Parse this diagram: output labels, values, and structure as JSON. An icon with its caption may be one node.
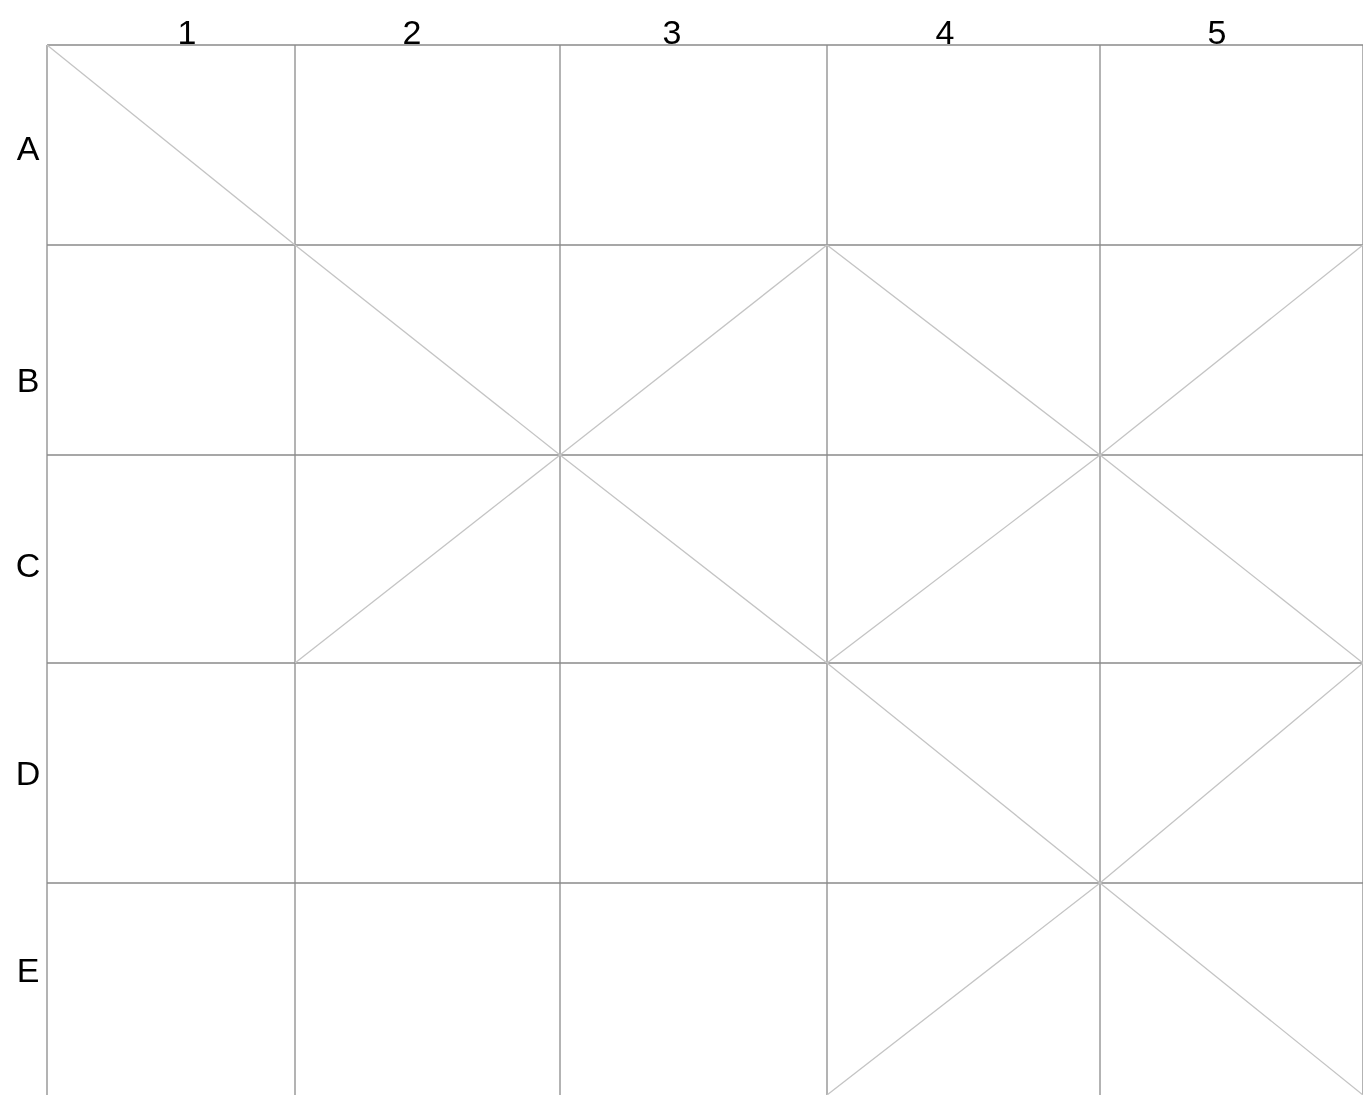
{
  "diagram": {
    "labels": [
      "1",
      "2",
      "3",
      "4",
      "5",
      "A",
      "B",
      "C",
      "D",
      "E"
    ]
  }
}
